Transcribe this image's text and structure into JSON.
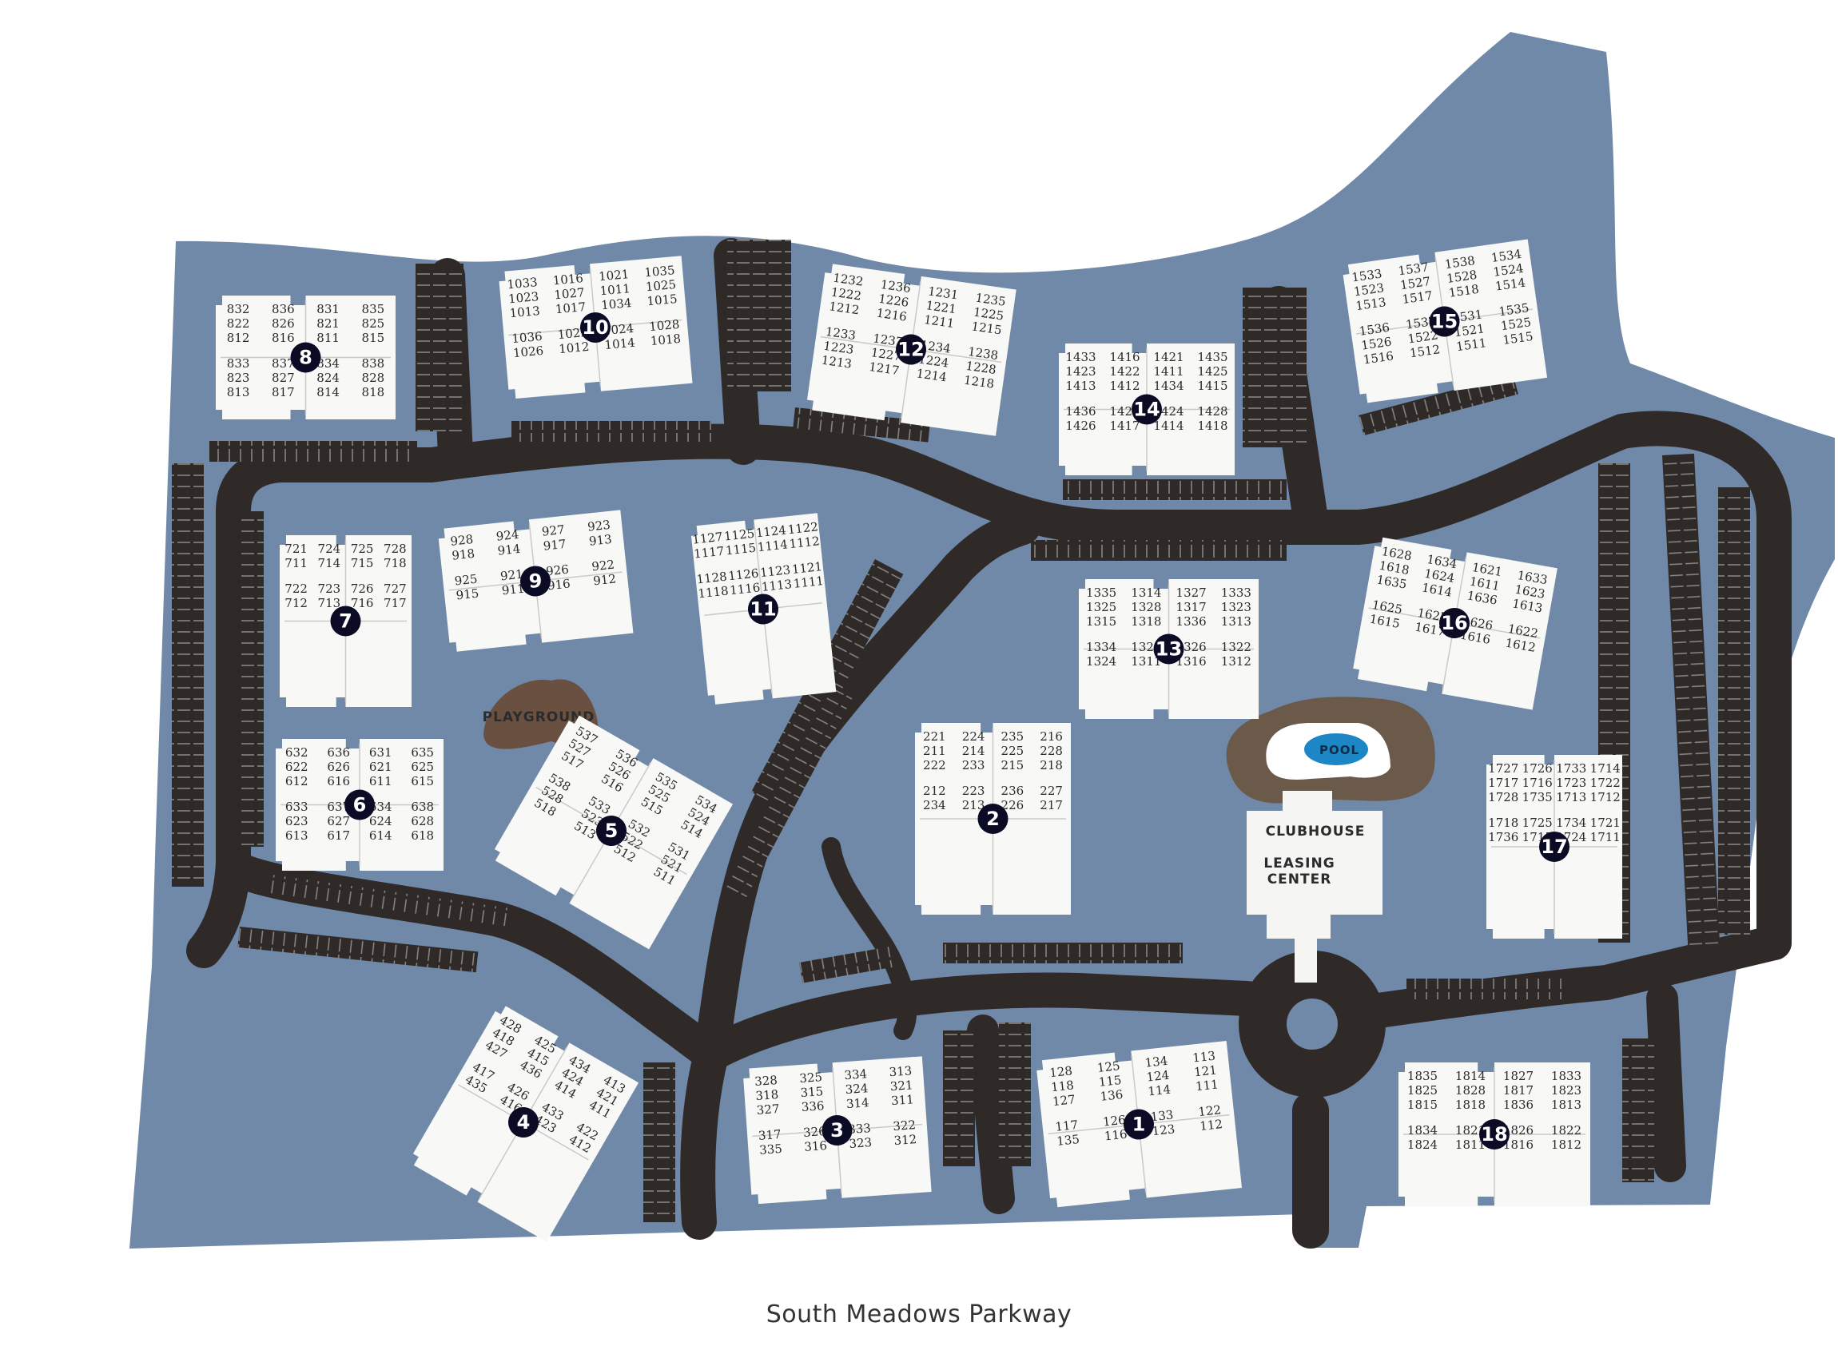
{
  "street_label": "South Meadows Parkway",
  "amenities": {
    "playground": "PLAYGROUND",
    "pool": "POOL",
    "clubhouse": "CLUBHOUSE",
    "leasing_line1": "LEASING",
    "leasing_line2": "CENTER"
  },
  "colors": {
    "land": "#7089a8",
    "road": "#2f2a27",
    "building": "#f8f8f6",
    "badge": "#0b0b26",
    "playground": "#6a5040",
    "pool_deck": "#6b5a4a",
    "pool_water": "#1d86c4"
  },
  "buildings": [
    {
      "number": "1",
      "units": [
        "128",
        "118",
        "127",
        "117",
        "135",
        "125",
        "115",
        "136",
        "126",
        "116",
        "134",
        "124",
        "114",
        "133",
        "123",
        "113",
        "121",
        "111",
        "122",
        "112"
      ]
    },
    {
      "number": "2",
      "units": [
        "221",
        "211",
        "222",
        "212",
        "234",
        "224",
        "214",
        "233",
        "223",
        "213",
        "235",
        "225",
        "215",
        "236",
        "226",
        "216",
        "228",
        "218",
        "227",
        "217"
      ]
    },
    {
      "number": "3",
      "units": [
        "328",
        "318",
        "327",
        "317",
        "335",
        "325",
        "315",
        "336",
        "326",
        "316",
        "334",
        "324",
        "314",
        "333",
        "323",
        "313",
        "321",
        "311",
        "322",
        "312"
      ]
    },
    {
      "number": "4",
      "units": [
        "428",
        "418",
        "427",
        "417",
        "435",
        "425",
        "415",
        "436",
        "426",
        "416",
        "434",
        "424",
        "414",
        "433",
        "423",
        "413",
        "421",
        "411",
        "422",
        "412"
      ]
    },
    {
      "number": "5",
      "units": [
        "537",
        "527",
        "517",
        "538",
        "528",
        "518",
        "536",
        "526",
        "516",
        "533",
        "523",
        "513",
        "535",
        "525",
        "515",
        "532",
        "522",
        "512",
        "534",
        "524",
        "514",
        "531",
        "521",
        "511"
      ]
    },
    {
      "number": "6",
      "units": [
        "632",
        "622",
        "612",
        "633",
        "623",
        "613",
        "636",
        "626",
        "616",
        "637",
        "627",
        "617",
        "631",
        "621",
        "611",
        "634",
        "624",
        "614",
        "635",
        "625",
        "615",
        "638",
        "628",
        "618"
      ]
    },
    {
      "number": "7",
      "units": [
        "721",
        "711",
        "722",
        "712",
        "724",
        "714",
        "723",
        "713",
        "725",
        "715",
        "726",
        "716",
        "728",
        "718",
        "727",
        "717"
      ]
    },
    {
      "number": "8",
      "units": [
        "832",
        "822",
        "812",
        "833",
        "823",
        "813",
        "836",
        "826",
        "816",
        "837",
        "827",
        "817",
        "831",
        "821",
        "811",
        "834",
        "824",
        "814",
        "835",
        "825",
        "815",
        "838",
        "828",
        "818"
      ]
    },
    {
      "number": "9",
      "units": [
        "928",
        "918",
        "925",
        "915",
        "924",
        "914",
        "921",
        "911",
        "927",
        "917",
        "926",
        "916",
        "923",
        "913",
        "922",
        "912"
      ]
    },
    {
      "number": "10",
      "units": [
        "1033",
        "1023",
        "1013",
        "1036",
        "1026",
        "1016",
        "1027",
        "1017",
        "1022",
        "1012",
        "1021",
        "1011",
        "1034",
        "1024",
        "1014",
        "1035",
        "1025",
        "1015",
        "1028",
        "1018"
      ]
    },
    {
      "number": "11",
      "units": [
        "1127",
        "1117",
        "1128",
        "1118",
        "1125",
        "1115",
        "1126",
        "1116",
        "1124",
        "1114",
        "1123",
        "1113",
        "1122",
        "1112",
        "1121",
        "1111"
      ]
    },
    {
      "number": "12",
      "units": [
        "1232",
        "1222",
        "1212",
        "1233",
        "1223",
        "1213",
        "1236",
        "1226",
        "1216",
        "1237",
        "1227",
        "1217",
        "1231",
        "1221",
        "1211",
        "1234",
        "1224",
        "1214",
        "1235",
        "1225",
        "1215",
        "1238",
        "1228",
        "1218"
      ]
    },
    {
      "number": "13",
      "units": [
        "1335",
        "1325",
        "1315",
        "1334",
        "1324",
        "1314",
        "1328",
        "1318",
        "1321",
        "1311",
        "1327",
        "1317",
        "1336",
        "1326",
        "1316",
        "1333",
        "1323",
        "1313",
        "1322",
        "1312"
      ]
    },
    {
      "number": "14",
      "units": [
        "1433",
        "1423",
        "1413",
        "1436",
        "1426",
        "1416",
        "1422",
        "1412",
        "1427",
        "1417",
        "1421",
        "1411",
        "1434",
        "1424",
        "1414",
        "1435",
        "1425",
        "1415",
        "1428",
        "1418"
      ]
    },
    {
      "number": "15",
      "units": [
        "1533",
        "1523",
        "1513",
        "1536",
        "1526",
        "1516",
        "1537",
        "1527",
        "1517",
        "1532",
        "1522",
        "1512",
        "1538",
        "1528",
        "1518",
        "1531",
        "1521",
        "1511",
        "1534",
        "1524",
        "1514",
        "1535",
        "1525",
        "1515"
      ]
    },
    {
      "number": "16",
      "units": [
        "1628",
        "1618",
        "1635",
        "1625",
        "1615",
        "1634",
        "1624",
        "1614",
        "1627",
        "1617",
        "1621",
        "1611",
        "1636",
        "1626",
        "1616",
        "1633",
        "1623",
        "1613",
        "1622",
        "1612"
      ]
    },
    {
      "number": "17",
      "units": [
        "1727",
        "1717",
        "1728",
        "1718",
        "1736",
        "1726",
        "1716",
        "1735",
        "1725",
        "1715",
        "1733",
        "1723",
        "1713",
        "1734",
        "1724",
        "1714",
        "1722",
        "1712",
        "1721",
        "1711"
      ]
    },
    {
      "number": "18",
      "units": [
        "1835",
        "1825",
        "1815",
        "1834",
        "1824",
        "1814",
        "1828",
        "1818",
        "1821",
        "1811",
        "1827",
        "1817",
        "1836",
        "1826",
        "1816",
        "1833",
        "1823",
        "1813",
        "1822",
        "1812"
      ]
    }
  ]
}
